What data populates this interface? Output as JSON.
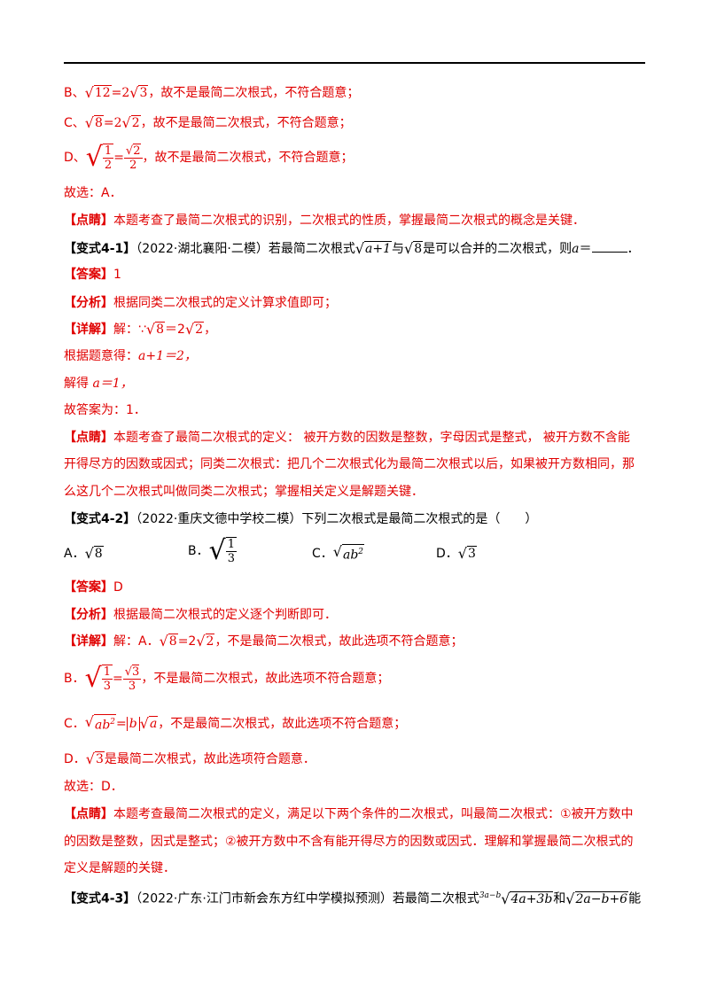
{
  "colors": {
    "accent": "#e00000",
    "text": "#000000"
  },
  "b1": {
    "prefix": "B、",
    "rad": "12",
    "eq": "=2",
    "rad2": "3",
    "tail": "，故不是最简二次根式，不符合题意；"
  },
  "c1": {
    "prefix": "C、",
    "rad": "8",
    "eq": "=2",
    "rad2": "2",
    "tail": "，故不是最简二次根式，不符合题意；"
  },
  "d1": {
    "prefix": "D、",
    "num": "1",
    "den": "2",
    "eq": "=",
    "fnum": "2",
    "fden": "2",
    "tail": "，故不是最简二次根式，不符合题意；"
  },
  "g1": {
    "text": "故选：A．"
  },
  "p1": {
    "tag": "【点睛】",
    "text": "本题考查了最简二次根式的识别，二次根式的性质，掌握最简二次根式的概念是关键．"
  },
  "q41": {
    "tag": "【变式4-1】",
    "src": "（2022·湖北襄阳·二模）",
    "t1": "若最简二次根式",
    "rad1": "a+1",
    "t2": "与",
    "rad2": "8",
    "t3": "是可以合并的二次根式，则",
    "var": "a",
    "t4": "＝",
    "end": "．"
  },
  "a41": {
    "tag": "【答案】",
    "text": "1"
  },
  "f41": {
    "tag": "【分析】",
    "text": "根据同类二次根式的定义计算求值即可；"
  },
  "x41": {
    "tag": "【详解】",
    "t1": "解：∵",
    "rad": "8",
    "t2": "＝2",
    "rad2": "2",
    "t3": "，"
  },
  "x41b": {
    "t1": "根据题意得：",
    "expr": "a+1＝2，"
  },
  "x41c": {
    "t1": "解得 ",
    "expr": "a＝1，"
  },
  "x41d": {
    "text": "故答案为：1．"
  },
  "p41": {
    "tag": "【点睛】",
    "l1": "本题考查了最简二次根式的定义： 被开方数的因数是整数，字母因式是整式， 被开方数不含能",
    "l2": "开得尽方的因数或因式；同类二次根式：把几个二次根式化为最简二次根式以后，如果被开方数相同，那",
    "l3": "么这几个二次根式叫做同类二次根式；掌握相关定义是解题关键．"
  },
  "q42": {
    "tag": "【变式4-2】",
    "src": "（2022·重庆文德中学校二模）",
    "text": "下列二次根式是最简二次根式的是（　　）"
  },
  "opts": {
    "a": {
      "label": "A．",
      "rad": "8"
    },
    "b": {
      "label": "B．",
      "num": "1",
      "den": "3"
    },
    "c": {
      "label": "C．",
      "rad": "ab",
      "sup": "2"
    },
    "d": {
      "label": "D．",
      "rad": "3"
    }
  },
  "a42": {
    "tag": "【答案】",
    "text": "D"
  },
  "f42": {
    "tag": "【分析】",
    "text": "根据最简二次根式的定义逐个判断即可．"
  },
  "x42": {
    "tag": "【详解】",
    "t1": "解：A．",
    "rad": "8",
    "t2": "=2",
    "rad2": "2",
    "t3": "，不是最简二次根式，故此选项不符合题意；"
  },
  "x42b": {
    "prefix": "B．",
    "num": "1",
    "den": "3",
    "eq": "=",
    "fnum": "3",
    "fden": "3",
    "tail": "，不是最简二次根式，故此选项不符合题意；"
  },
  "x42c": {
    "prefix": "C．",
    "rad": "ab",
    "sup": "2",
    "eq": "=",
    "abs": "b",
    "rad2": "a",
    "tail": "，不是最简二次根式，故此选项不符合题意；"
  },
  "x42d": {
    "prefix": "D．",
    "rad": "3",
    "tail": "是最简二次根式，故此选项符合题意．"
  },
  "g42": {
    "text": "故选：D．"
  },
  "p42": {
    "tag": "【点睛】",
    "l1": "本题考查最简二次根式的定义，满足以下两个条件的二次根式，叫最简二次根式：①被开方数中",
    "l2": "的因数是整数，因式是整式；②被开方数中不含有能开得尽方的因数或因式．理解和掌握最简二次根式的",
    "l3": "定义是解题的关键．"
  },
  "q43": {
    "tag": "【变式4-3】",
    "src": "（2022·广东·江门市新会东方红中学模拟预测）",
    "t1": "若最简二次根式",
    "idx": "3a−b",
    "rad1": "4a+3b",
    "t2": "和",
    "rad2": "2a−b+6",
    "t3": "能"
  }
}
